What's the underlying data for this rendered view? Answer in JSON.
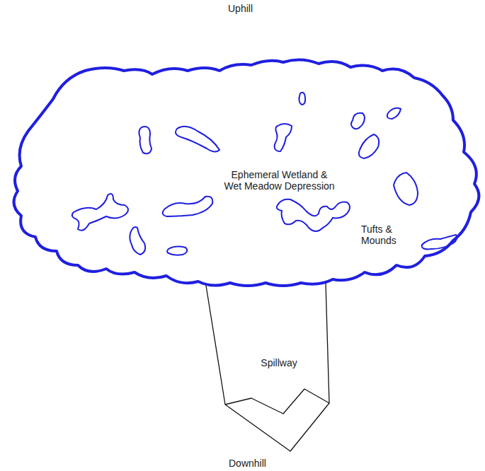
{
  "diagram": {
    "nodes": [
      {
        "text": [
          "Ephemeral Wetland & Wet Meadow Depression"
        ]
      },
      {
        "text": [
          "Spillway"
        ]
      }
    ],
    "labels": [
      "Uphill",
      "Tufts & Mounds",
      "Downhill"
    ]
  }
}
